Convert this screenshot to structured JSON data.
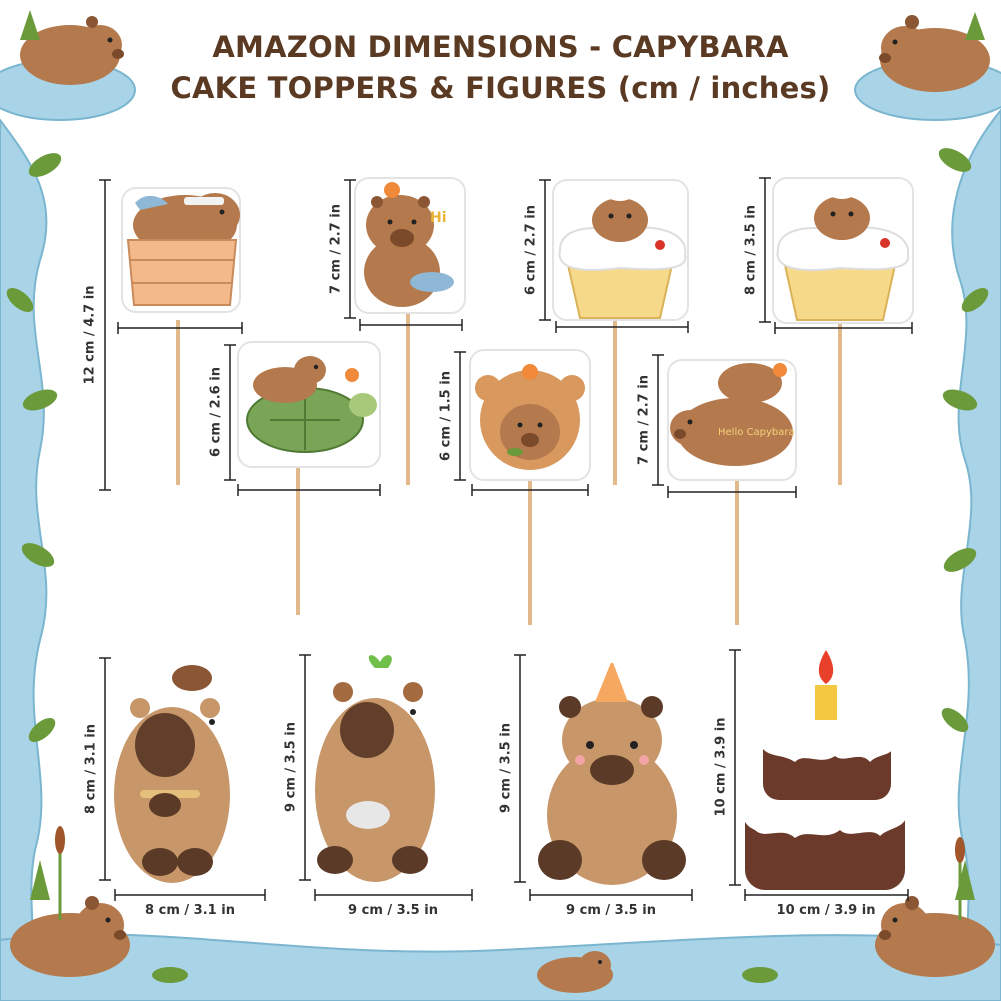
{
  "header": {
    "line1": "AMAZON DIMENSIONS - CAPYBARA",
    "line2": "CAKE TOPPERS & FIGURES (cm / inches)"
  },
  "colors": {
    "title": "#5b3a23",
    "water": "#a9d3e6",
    "capybara": "#b47a4d",
    "capybara_dark": "#7a4a2a",
    "leaf": "#6a9a3a",
    "stick": "#e2b98a",
    "tub": "#f4b98a",
    "cream": "#ffffff",
    "cone": "#f7d98a",
    "turtle_shell": "#7aa456",
    "figure_tan": "#c7976a",
    "figure_dark": "#5c3a28",
    "cake_brown": "#6b3a2a",
    "cake_frosting": "#ffffff",
    "candle_red": "#e8402a"
  },
  "toppers": [
    {
      "id": "tub",
      "label": "12 cm / 4.7 in"
    },
    {
      "id": "hi",
      "label": "7 cm / 2.7 in",
      "text": "Hi"
    },
    {
      "id": "cake-small",
      "label": "6 cm / 2.7 in"
    },
    {
      "id": "cake-large",
      "label": "8 cm / 3.5 in"
    },
    {
      "id": "turtle",
      "label": "6 cm / 2.6 in"
    },
    {
      "id": "bear",
      "label": "6 cm / 1.5 in"
    },
    {
      "id": "hello",
      "label": "7 cm / 2.7 in",
      "text": "Hello Capybara"
    }
  ],
  "figures": [
    {
      "id": "fig1",
      "height": "8 cm / 3.1 in",
      "width": "8 cm / 3.1 in"
    },
    {
      "id": "fig2",
      "height": "9 cm / 3.5 in",
      "width": "9 cm / 3.5 in"
    },
    {
      "id": "fig3",
      "height": "9 cm / 3.5 in",
      "width": "9 cm / 3.5 in"
    },
    {
      "id": "fig4",
      "height": "10 cm / 3.9 in",
      "width": "10 cm / 3.9 in"
    }
  ]
}
